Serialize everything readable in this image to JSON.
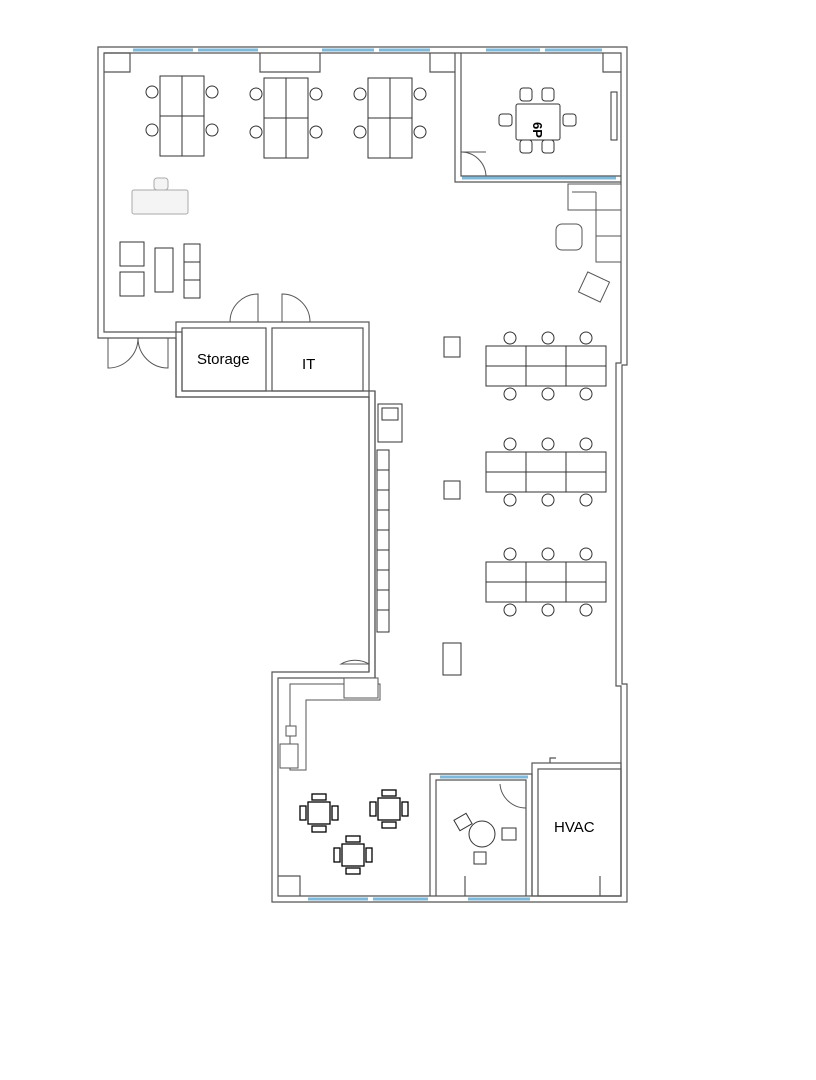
{
  "rooms": {
    "storage": "Storage",
    "it": "IT",
    "hvac": "HVAC"
  },
  "conference": {
    "table_label": "6P"
  },
  "colors": {
    "wall": "#555555",
    "glazing": "#7fb8d8",
    "furniture": "#333333",
    "furniture_light": "#aaaaaa"
  }
}
